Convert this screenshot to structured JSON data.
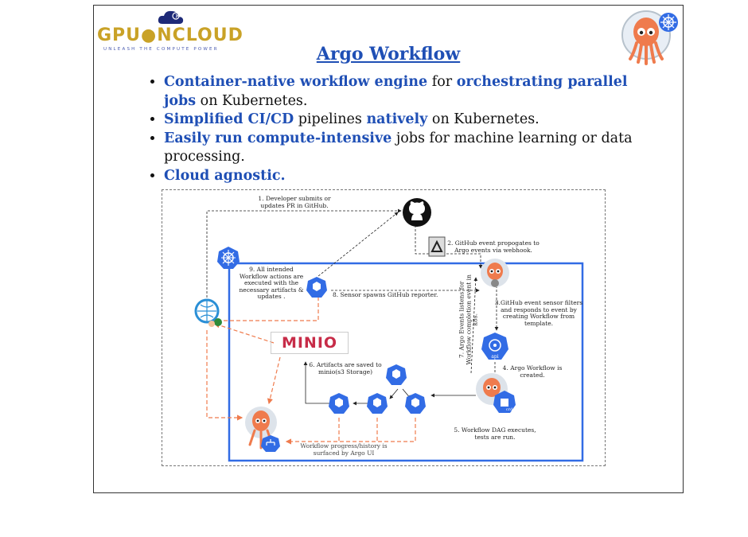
{
  "logo": {
    "brand": "GPU●NCLOUD",
    "tagline": "UNLEASH THE COMPUTE POWER",
    "minio": "MINIO"
  },
  "title": "Argo Workflow",
  "bullets": [
    {
      "a": "Container-native workflow engine",
      "b": " for ",
      "c": "orchestrating parallel jobs",
      "d": " on Kubernetes."
    },
    {
      "a": "Simplified CI/CD",
      "b": " pipelines ",
      "c": "natively",
      "d": " on Kubernetes."
    },
    {
      "a": "Easily run compute-intensive",
      "b": " jobs for machine learning or data processing."
    },
    {
      "a": "Cloud agnostic."
    }
  ],
  "diagram": {
    "step1": "1. Developer submits or updates PR in GitHub.",
    "step2": "2. GitHub event propogates to Argo events via webhook.",
    "step3": "3.GitHub event sensor filters and responds to event by creating Workflow from template.",
    "step4": "4. Argo Workflow is created.",
    "step5": "5. Workflow DAG executes, tests are run.",
    "step6": "6. Artifacts are saved to minio(s3 Storage)",
    "step7": "7. Argo Events listens for Workflow completion event in k8s.",
    "step8": "8. Sensor spawns GitHub reporter.",
    "step9": "9. All intended Workflow actions are executed with the necessary artifacts & updates .",
    "ui_note": "Workflow progress/history is surfaced by Argo UI",
    "pod": "pod",
    "api": "api",
    "crd": "crd"
  },
  "colors": {
    "accent": "#1f4fb5",
    "k8s_blue": "#326ce5",
    "argo_orange": "#ef7b4d",
    "logo_gold": "#c9a227",
    "minio_red": "#c72c48"
  }
}
